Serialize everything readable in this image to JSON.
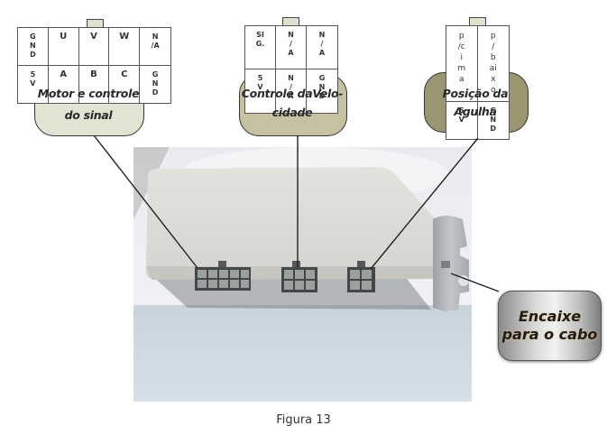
{
  "figure": {
    "caption": "Figura 13"
  },
  "connectors": [
    {
      "id": "motor",
      "label_line1": "Motor e controle",
      "label_line2": "do sinal",
      "label_fill": "#e2e4d3",
      "rows": [
        [
          "G\nN\nD",
          "U",
          "V",
          "W",
          "N\n/A"
        ],
        [
          "5\nV",
          "A",
          "B",
          "C",
          "G\nN\nD"
        ]
      ]
    },
    {
      "id": "speed",
      "label_line1": "Controle daVelo-",
      "label_line2": "cidade",
      "label_fill": "#c7c1a3",
      "rows": [
        [
          "SI\nG.",
          "N\n/\nA",
          "N\n/\nA"
        ],
        [
          "5\nV",
          "N\n/\nA",
          "G\nN\nD"
        ]
      ]
    },
    {
      "id": "needle",
      "label_line1": "Posição da",
      "label_line2": "Agulha",
      "label_fill": "#9b9671",
      "rows": [
        [
          "p\n/c\ni\nm\na",
          "p\n/\nb\nai\nx\no"
        ],
        [
          "5\nV",
          "G\nN\nD"
        ]
      ]
    }
  ],
  "callout": {
    "label": "Encaixe para o cabo"
  }
}
